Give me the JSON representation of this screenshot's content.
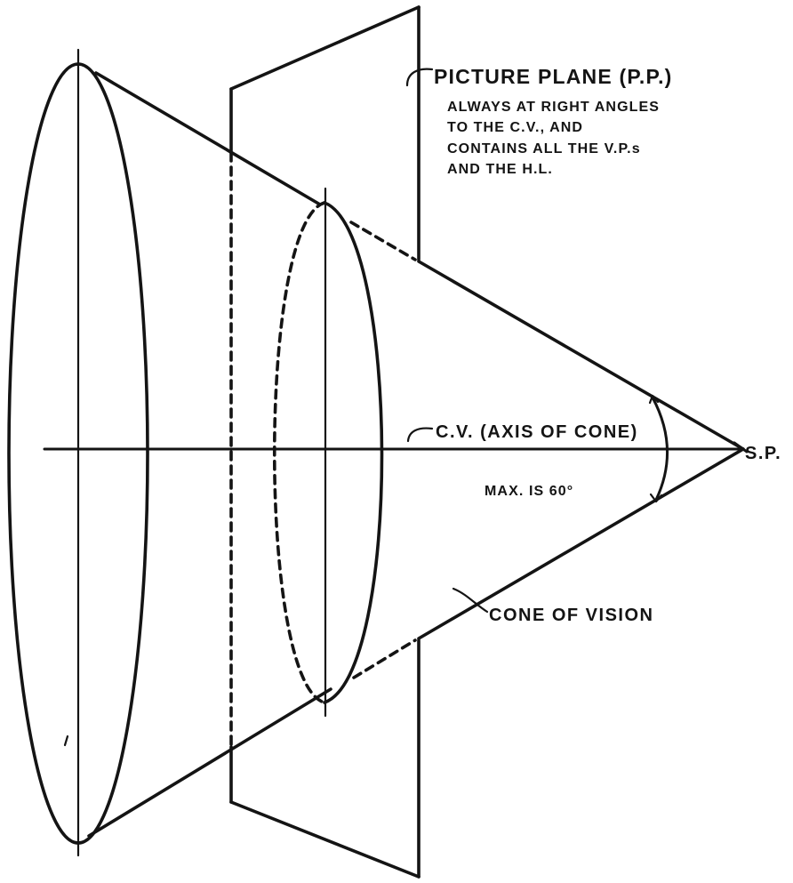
{
  "labels": {
    "picture_plane": "PICTURE PLANE (P.P.)",
    "picture_plane_note": [
      "ALWAYS AT RIGHT ANGLES",
      "TO THE C.V., AND",
      "CONTAINS ALL THE V.P.s",
      "AND THE H.L."
    ],
    "central_visual_ray": "C.V. (AXIS OF CONE)",
    "station_point": "S.P.",
    "max_angle": "MAX. IS 60°",
    "cone_of_vision": "CONE OF VISION"
  }
}
